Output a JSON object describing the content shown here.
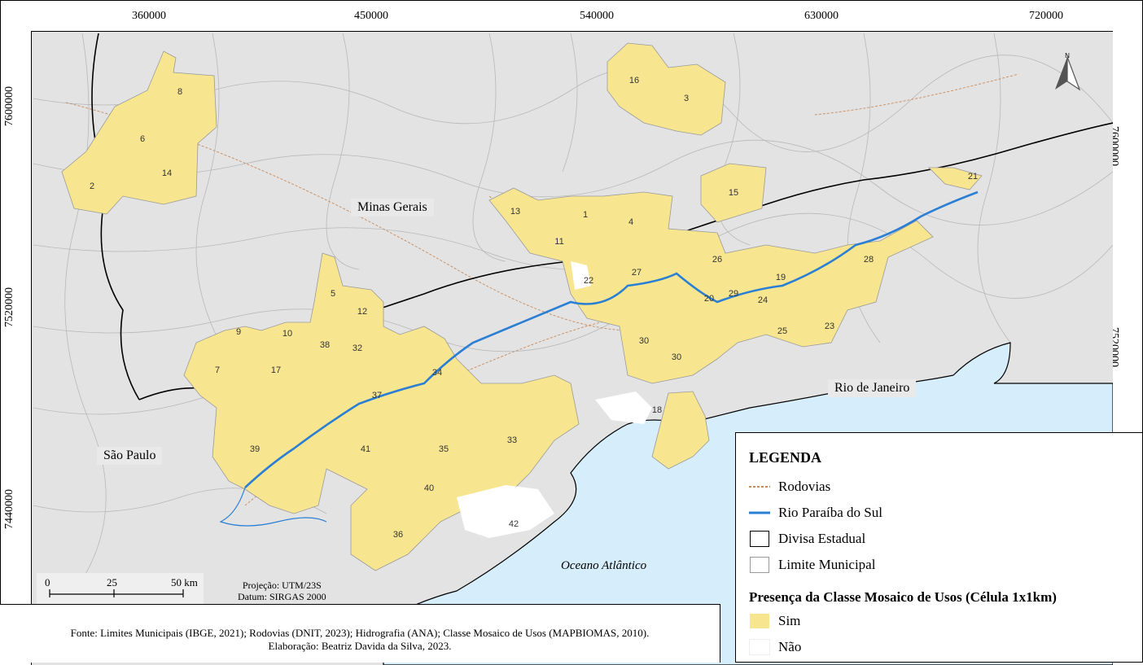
{
  "axes": {
    "x_ticks": [
      "360000",
      "450000",
      "540000",
      "630000",
      "720000"
    ],
    "y_ticks": [
      "7600000",
      "7520000",
      "7440000"
    ]
  },
  "states": {
    "minas": "Minas Gerais",
    "sao_paulo": "São Paulo",
    "rio": "Rio de Janeiro"
  },
  "ocean": "Oceano Atlântico",
  "municipalities": [
    "1",
    "2",
    "3",
    "4",
    "5",
    "6",
    "7",
    "8",
    "9",
    "10",
    "11",
    "12",
    "13",
    "14",
    "15",
    "16",
    "17",
    "18",
    "19",
    "20",
    "21",
    "22",
    "23",
    "24",
    "25",
    "26",
    "27",
    "28",
    "29",
    "30",
    "30",
    "32",
    "33",
    "34",
    "35",
    "36",
    "37",
    "38",
    "39",
    "40",
    "41",
    "42"
  ],
  "scale": {
    "labels": [
      "0",
      "25",
      "50 km"
    ]
  },
  "projection": {
    "line1": "Projeção: UTM/23S",
    "line2": "Datum: SIRGAS 2000"
  },
  "north_label": "N",
  "legend": {
    "title": "LEGENDA",
    "items": [
      {
        "label": "Rodovias",
        "color": "#b5651d"
      },
      {
        "label": "Rio Paraíba do Sul",
        "color": "#2a7fd4"
      },
      {
        "label": "Divisa Estadual",
        "color": "#000000"
      },
      {
        "label": "Limite Municipal",
        "color": "#9a9a9a"
      }
    ],
    "subtitle": "Presença da Classe Mosaico de Usos (Célula 1x1km)",
    "classes": [
      {
        "label": "Sim",
        "color": "#f7e68f"
      },
      {
        "label": "Não",
        "color": "#ffffff"
      }
    ]
  },
  "source": {
    "line1": "Fonte: Limites Municipais (IBGE, 2021); Rodovias (DNIT, 2023); Hidrografia (ANA); Classe Mosaico de Usos (MAPBIOMAS, 2010).",
    "line2": "Elaboração: Beatriz Davida da Silva, 2023."
  },
  "colors": {
    "background": "#e3e3e3",
    "ocean": "#d6eefb",
    "mosaic": "#f7e68f",
    "river": "#2a7fd4",
    "road": "#b5651d"
  }
}
